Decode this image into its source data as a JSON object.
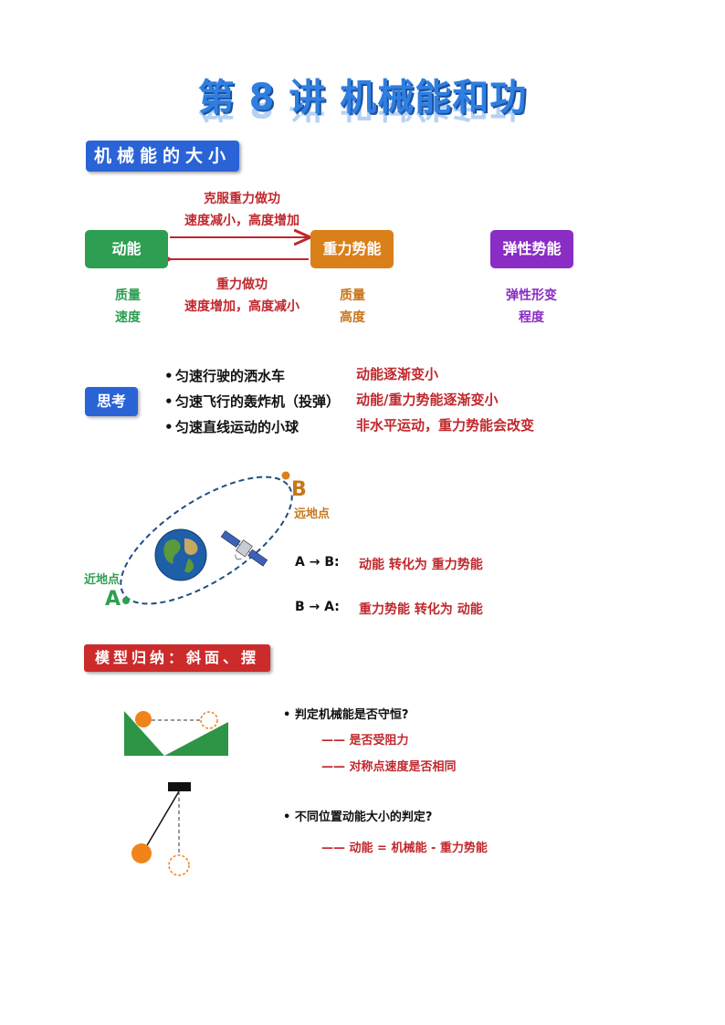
{
  "title": "第 8 讲  机械能和功",
  "section1": {
    "heading": "机械能的大小",
    "arrow_top": {
      "line1": "克服重力做功",
      "line2": "速度减小，高度增加"
    },
    "arrow_bottom": {
      "line1": "重力做功",
      "line2": "速度增加，高度减小"
    },
    "boxes": {
      "kinetic": {
        "label": "动能",
        "factors": [
          "质量",
          "速度"
        ]
      },
      "gravity": {
        "label": "重力势能",
        "factors": [
          "质量",
          "高度"
        ]
      },
      "elastic": {
        "label": "弹性势能",
        "factors": [
          "弹性形变",
          "程度"
        ]
      }
    }
  },
  "think": {
    "label": "思考",
    "items": [
      {
        "q": "匀速行驶的洒水车",
        "a": "动能逐渐变小"
      },
      {
        "q": "匀速飞行的轰炸机（投弹）",
        "a": "动能/重力势能逐渐变小"
      },
      {
        "q": "匀速直线运动的小球",
        "a": "非水平运动，重力势能会改变"
      }
    ]
  },
  "orbit": {
    "point_a": "A",
    "point_b": "B",
    "perigee": "近地点",
    "apogee": "远地点",
    "ab_label": "A → B:",
    "ab_text": "动能 转化为 重力势能",
    "ba_label": "B → A:",
    "ba_text": "重力势能 转化为 动能"
  },
  "section2": {
    "heading": "模型归纳：斜面、摆",
    "q1": "判定机械能是否守恒?",
    "q1_a1": "—— 是否受阻力",
    "q1_a2": "—— 对称点速度是否相同",
    "q2": "不同位置动能大小的判定?",
    "q2_a1": "—— 动能 = 机械能 - 重力势能"
  },
  "colors": {
    "blue": "#2a63d6",
    "red": "#c0282d",
    "green": "#2e9e52",
    "orange": "#d9801a",
    "purple": "#8a2dc4"
  }
}
